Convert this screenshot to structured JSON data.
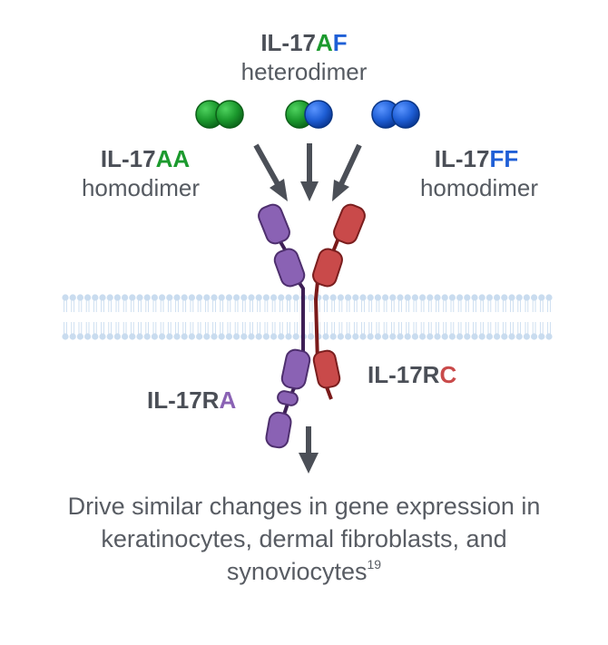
{
  "colors": {
    "green": "#1c9a2e",
    "blue": "#1f5fd6",
    "purple": "#8a62b4",
    "red": "#c94a4a",
    "dark": "#4b4f57",
    "membrane": "#c9dcef"
  },
  "ligands": {
    "af": {
      "prefix": "IL-17",
      "a": "A",
      "b": "F",
      "desc": "heterodimer"
    },
    "aa": {
      "prefix": "IL-17",
      "suffix": "AA",
      "desc": "homodimer"
    },
    "ff": {
      "prefix": "IL-17",
      "suffix": "FF",
      "desc": "homodimer"
    }
  },
  "receptors": {
    "ra": {
      "prefix": "IL-17R",
      "suffix": "A"
    },
    "rc": {
      "prefix": "IL-17R",
      "suffix": "C"
    }
  },
  "caption": {
    "line1": "Drive similar changes in gene expression in",
    "line2": "keratinocytes, dermal fibroblasts, and",
    "line3": "synoviocytes",
    "ref": "19"
  }
}
